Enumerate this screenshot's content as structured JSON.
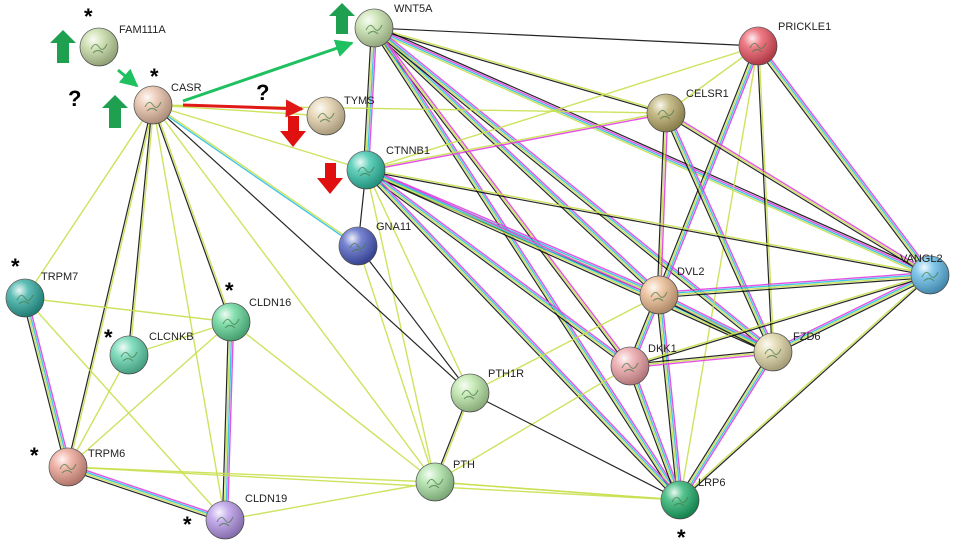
{
  "nodes": [
    {
      "id": "FAM111A",
      "label": "FAM111A",
      "color": "#c4d9a0",
      "star": true
    },
    {
      "id": "CASR",
      "label": "CASR",
      "color": "#e8bfa6",
      "star": true
    },
    {
      "id": "WNT5A",
      "label": "WNT5A",
      "color": "#c4e0a8",
      "star": false
    },
    {
      "id": "TYMS",
      "label": "TYMS",
      "color": "#e3cfa6",
      "star": false
    },
    {
      "id": "CTNNB1",
      "label": "CTNNB1",
      "color": "#30c3a8",
      "star": false
    },
    {
      "id": "GNA11",
      "label": "GNA11",
      "color": "#4a5bc2",
      "star": false
    },
    {
      "id": "PRICKLE1",
      "label": "PRICKLE1",
      "color": "#ea4f5e",
      "star": false
    },
    {
      "id": "CELSR1",
      "label": "CELSR1",
      "color": "#b8aa66",
      "star": false
    },
    {
      "id": "VANGL2",
      "label": "VANGL2",
      "color": "#5cb8e6",
      "star": false
    },
    {
      "id": "TRPM7",
      "label": "TRPM7",
      "color": "#2aa89e",
      "star": true
    },
    {
      "id": "CLDN16",
      "label": "CLDN16",
      "color": "#5fd696",
      "star": true
    },
    {
      "id": "CLCNKB",
      "label": "CLCNKB",
      "color": "#5fd4ac",
      "star": true
    },
    {
      "id": "DVL2",
      "label": "DVL2",
      "color": "#eab88c",
      "star": false
    },
    {
      "id": "FZD6",
      "label": "FZD6",
      "color": "#dcd2a0",
      "star": false
    },
    {
      "id": "DKK1",
      "label": "DKK1",
      "color": "#ec9fa4",
      "star": false
    },
    {
      "id": "PTH1R",
      "label": "PTH1R",
      "color": "#b8e6a4",
      "star": false
    },
    {
      "id": "TRPM6",
      "label": "TRPM6",
      "color": "#ec9e8e",
      "star": true
    },
    {
      "id": "PTH",
      "label": "PTH",
      "color": "#a6e0a0",
      "star": false
    },
    {
      "id": "LRP6",
      "label": "LRP6",
      "color": "#1eb06a",
      "star": true
    },
    {
      "id": "CLDN19",
      "label": "CLDN19",
      "color": "#b493e6",
      "star": true
    }
  ],
  "edges": [
    [
      "WNT5A",
      "PRICKLE1",
      [
        "#000000"
      ]
    ],
    [
      "WNT5A",
      "CELSR1",
      [
        "#c8e04e",
        "#000000"
      ]
    ],
    [
      "WNT5A",
      "VANGL2",
      [
        "#000000",
        "#e040e0",
        "#2ec0e0",
        "#c8e04e"
      ]
    ],
    [
      "WNT5A",
      "CTNNB1",
      [
        "#e040e0",
        "#2ec0e0",
        "#c8e04e",
        "#000000"
      ]
    ],
    [
      "WNT5A",
      "DVL2",
      [
        "#e040e0",
        "#2ec0e0",
        "#c8e04e",
        "#000000"
      ]
    ],
    [
      "WNT5A",
      "FZD6",
      [
        "#e040e0",
        "#2ec0e0",
        "#c8e04e",
        "#000000"
      ]
    ],
    [
      "WNT5A",
      "DKK1",
      [
        "#e040e0",
        "#c8e04e",
        "#000000"
      ]
    ],
    [
      "WNT5A",
      "LRP6",
      [
        "#e040e0",
        "#2ec0e0",
        "#c8e04e",
        "#000000"
      ]
    ],
    [
      "PRICKLE1",
      "CELSR1",
      [
        "#c8e04e"
      ]
    ],
    [
      "PRICKLE1",
      "VANGL2",
      [
        "#e040e0",
        "#2ec0e0",
        "#c8e04e",
        "#000000"
      ]
    ],
    [
      "PRICKLE1",
      "DVL2",
      [
        "#e040e0",
        "#2ec0e0",
        "#c8e04e",
        "#000000"
      ]
    ],
    [
      "PRICKLE1",
      "FZD6",
      [
        "#c8e04e",
        "#000000"
      ]
    ],
    [
      "PRICKLE1",
      "LRP6",
      [
        "#c8e04e"
      ]
    ],
    [
      "PRICKLE1",
      "CTNNB1",
      [
        "#c8e04e"
      ]
    ],
    [
      "CELSR1",
      "DVL2",
      [
        "#e040e0",
        "#c8e04e",
        "#000000"
      ]
    ],
    [
      "CELSR1",
      "FZD6",
      [
        "#e040e0",
        "#2ec0e0",
        "#c8e04e",
        "#000000"
      ]
    ],
    [
      "CELSR1",
      "VANGL2",
      [
        "#e040e0",
        "#c8e04e",
        "#000000"
      ]
    ],
    [
      "CELSR1",
      "CTNNB1",
      [
        "#e040e0",
        "#c8e04e"
      ]
    ],
    [
      "CELSR1",
      "CASR",
      [
        "#c8e04e"
      ]
    ],
    [
      "CTNNB1",
      "DVL2",
      [
        "#e040e0",
        "#2ec0e0",
        "#c8e04e",
        "#000000"
      ]
    ],
    [
      "CTNNB1",
      "FZD6",
      [
        "#e040e0",
        "#2ec0e0",
        "#c8e04e",
        "#000000"
      ]
    ],
    [
      "CTNNB1",
      "DKK1",
      [
        "#e040e0",
        "#2ec0e0",
        "#c8e04e",
        "#000000"
      ]
    ],
    [
      "CTNNB1",
      "LRP6",
      [
        "#e040e0",
        "#2ec0e0",
        "#c8e04e",
        "#000000"
      ]
    ],
    [
      "CTNNB1",
      "VANGL2",
      [
        "#c8e04e",
        "#000000"
      ]
    ],
    [
      "CTNNB1",
      "GNA11",
      [
        "#000000"
      ]
    ],
    [
      "CTNNB1",
      "PTH1R",
      [
        "#c8e04e"
      ]
    ],
    [
      "CTNNB1",
      "PTH",
      [
        "#c8e04e"
      ]
    ],
    [
      "DVL2",
      "FZD6",
      [
        "#e040e0",
        "#2ec0e0",
        "#c8e04e",
        "#000000"
      ]
    ],
    [
      "DVL2",
      "DKK1",
      [
        "#e040e0",
        "#2ec0e0",
        "#c8e04e",
        "#000000"
      ]
    ],
    [
      "DVL2",
      "LRP6",
      [
        "#e040e0",
        "#2ec0e0",
        "#c8e04e",
        "#000000"
      ]
    ],
    [
      "DVL2",
      "VANGL2",
      [
        "#e040e0",
        "#2ec0e0",
        "#c8e04e",
        "#000000"
      ]
    ],
    [
      "DVL2",
      "PTH1R",
      [
        "#c8e04e"
      ]
    ],
    [
      "FZD6",
      "DKK1",
      [
        "#e040e0",
        "#c8e04e",
        "#000000"
      ]
    ],
    [
      "FZD6",
      "LRP6",
      [
        "#e040e0",
        "#2ec0e0",
        "#c8e04e",
        "#000000"
      ]
    ],
    [
      "FZD6",
      "VANGL2",
      [
        "#e040e0",
        "#2ec0e0",
        "#c8e04e",
        "#000000"
      ]
    ],
    [
      "DKK1",
      "LRP6",
      [
        "#e040e0",
        "#2ec0e0",
        "#c8e04e",
        "#000000"
      ]
    ],
    [
      "DKK1",
      "VANGL2",
      [
        "#c8e04e",
        "#000000"
      ]
    ],
    [
      "DKK1",
      "PTH",
      [
        "#c8e04e"
      ]
    ],
    [
      "LRP6",
      "VANGL2",
      [
        "#c8e04e",
        "#000000"
      ]
    ],
    [
      "LRP6",
      "PTH1R",
      [
        "#000000"
      ]
    ],
    [
      "LRP6",
      "PTH",
      [
        "#c8e04e"
      ]
    ],
    [
      "GNA11",
      "PTH1R",
      [
        "#000000"
      ]
    ],
    [
      "GNA11",
      "PTH",
      [
        "#c8e04e"
      ]
    ],
    [
      "GNA11",
      "CASR",
      [
        "#2ec0e0",
        "#c8e04e"
      ]
    ],
    [
      "PTH1R",
      "PTH",
      [
        "#c8e04e",
        "#000000"
      ]
    ],
    [
      "PTH1R",
      "CASR",
      [
        "#000000"
      ]
    ],
    [
      "CASR",
      "CTNNB1",
      [
        "#c8e04e"
      ]
    ],
    [
      "CASR",
      "TYMS",
      [
        "#c8e04e"
      ]
    ],
    [
      "CASR",
      "TRPM7",
      [
        "#c8e04e"
      ]
    ],
    [
      "CASR",
      "TRPM6",
      [
        "#c8e04e",
        "#000000"
      ]
    ],
    [
      "CASR",
      "CLCNKB",
      [
        "#c8e04e",
        "#000000"
      ]
    ],
    [
      "CASR",
      "CLDN16",
      [
        "#c8e04e",
        "#000000"
      ]
    ],
    [
      "CASR",
      "CLDN19",
      [
        "#c8e04e"
      ]
    ],
    [
      "CASR",
      "PTH",
      [
        "#c8e04e"
      ]
    ],
    [
      "TRPM7",
      "TRPM6",
      [
        "#e040e0",
        "#2ec0e0",
        "#c8e04e",
        "#000000"
      ]
    ],
    [
      "TRPM7",
      "CLDN16",
      [
        "#c8e04e"
      ]
    ],
    [
      "TRPM7",
      "CLDN19",
      [
        "#c8e04e"
      ]
    ],
    [
      "CLCNKB",
      "CLDN16",
      [
        "#c8e04e"
      ]
    ],
    [
      "CLCNKB",
      "TRPM6",
      [
        "#c8e04e"
      ]
    ],
    [
      "CLDN16",
      "CLDN19",
      [
        "#e040e0",
        "#2ec0e0",
        "#c8e04e",
        "#000000"
      ]
    ],
    [
      "CLDN16",
      "TRPM6",
      [
        "#c8e04e"
      ]
    ],
    [
      "CLDN16",
      "PTH",
      [
        "#c8e04e"
      ]
    ],
    [
      "TRPM6",
      "CLDN19",
      [
        "#e040e0",
        "#2ec0e0",
        "#c8e04e",
        "#000000"
      ]
    ],
    [
      "TRPM6",
      "PTH",
      [
        "#c8e04e"
      ]
    ],
    [
      "TRPM6",
      "LRP6",
      [
        "#c8e04e"
      ]
    ],
    [
      "CLDN19",
      "PTH",
      [
        "#c8e04e"
      ]
    ],
    [
      "PTH",
      "LRP6",
      [
        "#c8e04e"
      ]
    ]
  ],
  "annotations": {
    "question_marks": [
      "?",
      "?"
    ],
    "star": "*"
  },
  "colors": {
    "arrow_up": "#1fa050",
    "arrow_down": "#e01010",
    "activation_arrow": "#1ec060",
    "inhibition_arrow": "#e01818"
  }
}
